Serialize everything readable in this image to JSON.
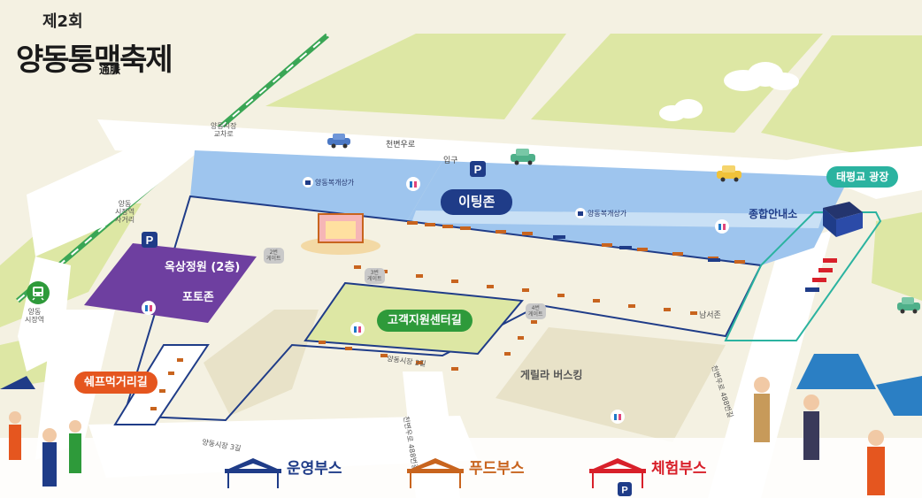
{
  "title": {
    "edition": "제2회",
    "name": "양동통맥축제",
    "hanja": "通脈"
  },
  "roads": {
    "cheonbyeon": "천변우로",
    "entrance": "입구",
    "intersection": "양동시장\n교차로",
    "station_crossroad": "양동\n시장역\n사거리",
    "station": "양동\n시장역",
    "south_road": "양동시장 3길",
    "inner_road": "양동시장 2길",
    "bottom_road": "양동시장 3길",
    "vertical_road_1": "천변우로 488번길",
    "vertical_road_2": "천변우로 488번길"
  },
  "zones": {
    "covered_market_1": "양동복개상가",
    "covered_market_2": "양동복개상가",
    "eating_zone": "이팅존",
    "rooftop_garden": "옥상정원 (2층)",
    "photo_zone": "포토존",
    "customer_street": "고객지원센터길",
    "chef_street": "쉐프먹거리길",
    "guerrilla_busking": "게릴라 버스킹",
    "info_center": "종합안내소",
    "taepyeonggyo_square": "태평교 광장",
    "namseo_zone": "남서존"
  },
  "gates": {
    "gate2": "2번\n게이트",
    "gate3": "3번\n게이트",
    "gate4": "4번\n게이트"
  },
  "legend": [
    {
      "label": "운영부스",
      "color": "#1f3c88"
    },
    {
      "label": "푸드부스",
      "color": "#c8641e"
    },
    {
      "label": "체험부스",
      "color": "#d8202a"
    }
  ],
  "colors": {
    "road": "#ffffff",
    "field": "#dde7a4",
    "canal": "#9ec5ee",
    "purple": "#6e3fa0",
    "green": "#2e9a3a",
    "orange": "#e5561f",
    "navy": "#1f3c88",
    "teal": "#2bb3a0",
    "ground": "#f4f1e2"
  },
  "icons": [
    "parking-icon",
    "toilet-icon",
    "market-icon",
    "train-icon",
    "car-icon",
    "cloud-icon",
    "tent-icon"
  ]
}
